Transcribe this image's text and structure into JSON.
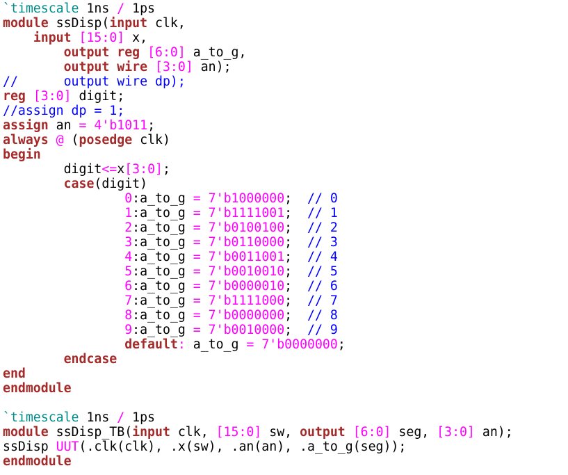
{
  "palette": {
    "background": "#ffffff",
    "keyword": "#a52a2a",
    "directive": "#008b8b",
    "number": "#ff00ff",
    "comment": "#0000ff",
    "identifier": "#000000"
  },
  "code": {
    "lines": [
      [
        {
          "t": "`timescale",
          "k": "directive"
        },
        {
          "t": " 1ns ",
          "k": "text"
        },
        {
          "t": "/",
          "k": "operator"
        },
        {
          "t": " 1ps",
          "k": "text"
        }
      ],
      [
        {
          "t": "module",
          "k": "keyword"
        },
        {
          "t": " ssDisp(",
          "k": "identifier"
        },
        {
          "t": "input",
          "k": "keyword"
        },
        {
          "t": " clk,",
          "k": "identifier"
        }
      ],
      [
        {
          "t": "    ",
          "k": "text"
        },
        {
          "t": "input",
          "k": "keyword"
        },
        {
          "t": " ",
          "k": "text"
        },
        {
          "t": "[15:0]",
          "k": "number"
        },
        {
          "t": " x,",
          "k": "identifier"
        }
      ],
      [
        {
          "t": "        ",
          "k": "text"
        },
        {
          "t": "output reg",
          "k": "keyword"
        },
        {
          "t": " ",
          "k": "text"
        },
        {
          "t": "[6:0]",
          "k": "number"
        },
        {
          "t": " a_to_g,",
          "k": "identifier"
        }
      ],
      [
        {
          "t": "        ",
          "k": "text"
        },
        {
          "t": "output wire",
          "k": "keyword"
        },
        {
          "t": " ",
          "k": "text"
        },
        {
          "t": "[3:0]",
          "k": "number"
        },
        {
          "t": " an);",
          "k": "identifier"
        }
      ],
      [
        {
          "t": "//      output wire dp);",
          "k": "comment"
        }
      ],
      [
        {
          "t": "reg",
          "k": "keyword"
        },
        {
          "t": " ",
          "k": "text"
        },
        {
          "t": "[3:0]",
          "k": "number"
        },
        {
          "t": " digit;",
          "k": "identifier"
        }
      ],
      [
        {
          "t": "//assign dp = 1;",
          "k": "comment"
        }
      ],
      [
        {
          "t": "assign",
          "k": "keyword"
        },
        {
          "t": " an ",
          "k": "identifier"
        },
        {
          "t": "=",
          "k": "operator"
        },
        {
          "t": " ",
          "k": "text"
        },
        {
          "t": "4'b1011",
          "k": "number"
        },
        {
          "t": ";",
          "k": "punct"
        }
      ],
      [
        {
          "t": "always",
          "k": "keyword"
        },
        {
          "t": " ",
          "k": "text"
        },
        {
          "t": "@",
          "k": "operator"
        },
        {
          "t": " (",
          "k": "identifier"
        },
        {
          "t": "posedge",
          "k": "keyword"
        },
        {
          "t": " clk)",
          "k": "identifier"
        }
      ],
      [
        {
          "t": "begin",
          "k": "keyword"
        }
      ],
      [
        {
          "t": "        digit",
          "k": "identifier"
        },
        {
          "t": "<=",
          "k": "operator"
        },
        {
          "t": "x",
          "k": "identifier"
        },
        {
          "t": "[3:0]",
          "k": "number"
        },
        {
          "t": ";",
          "k": "punct"
        }
      ],
      [
        {
          "t": "        ",
          "k": "text"
        },
        {
          "t": "case",
          "k": "keyword"
        },
        {
          "t": "(digit)",
          "k": "identifier"
        }
      ],
      [
        {
          "t": "                ",
          "k": "text"
        },
        {
          "t": "0",
          "k": "number"
        },
        {
          "t": ":a_to_g ",
          "k": "identifier"
        },
        {
          "t": "=",
          "k": "operator"
        },
        {
          "t": " ",
          "k": "text"
        },
        {
          "t": "7'b1000000",
          "k": "number"
        },
        {
          "t": ";  ",
          "k": "punct"
        },
        {
          "t": "// 0",
          "k": "comment"
        }
      ],
      [
        {
          "t": "                ",
          "k": "text"
        },
        {
          "t": "1",
          "k": "number"
        },
        {
          "t": ":a_to_g ",
          "k": "identifier"
        },
        {
          "t": "=",
          "k": "operator"
        },
        {
          "t": " ",
          "k": "text"
        },
        {
          "t": "7'b1111001",
          "k": "number"
        },
        {
          "t": ";  ",
          "k": "punct"
        },
        {
          "t": "// 1",
          "k": "comment"
        }
      ],
      [
        {
          "t": "                ",
          "k": "text"
        },
        {
          "t": "2",
          "k": "number"
        },
        {
          "t": ":a_to_g ",
          "k": "identifier"
        },
        {
          "t": "=",
          "k": "operator"
        },
        {
          "t": " ",
          "k": "text"
        },
        {
          "t": "7'b0100100",
          "k": "number"
        },
        {
          "t": ";  ",
          "k": "punct"
        },
        {
          "t": "// 2",
          "k": "comment"
        }
      ],
      [
        {
          "t": "                ",
          "k": "text"
        },
        {
          "t": "3",
          "k": "number"
        },
        {
          "t": ":a_to_g ",
          "k": "identifier"
        },
        {
          "t": "=",
          "k": "operator"
        },
        {
          "t": " ",
          "k": "text"
        },
        {
          "t": "7'b0110000",
          "k": "number"
        },
        {
          "t": ";  ",
          "k": "punct"
        },
        {
          "t": "// 3",
          "k": "comment"
        }
      ],
      [
        {
          "t": "                ",
          "k": "text"
        },
        {
          "t": "4",
          "k": "number"
        },
        {
          "t": ":a_to_g ",
          "k": "identifier"
        },
        {
          "t": "=",
          "k": "operator"
        },
        {
          "t": " ",
          "k": "text"
        },
        {
          "t": "7'b0011001",
          "k": "number"
        },
        {
          "t": ";  ",
          "k": "punct"
        },
        {
          "t": "// 4",
          "k": "comment"
        }
      ],
      [
        {
          "t": "                ",
          "k": "text"
        },
        {
          "t": "5",
          "k": "number"
        },
        {
          "t": ":a_to_g ",
          "k": "identifier"
        },
        {
          "t": "=",
          "k": "operator"
        },
        {
          "t": " ",
          "k": "text"
        },
        {
          "t": "7'b0010010",
          "k": "number"
        },
        {
          "t": ";  ",
          "k": "punct"
        },
        {
          "t": "// 5",
          "k": "comment"
        }
      ],
      [
        {
          "t": "                ",
          "k": "text"
        },
        {
          "t": "6",
          "k": "number"
        },
        {
          "t": ":a_to_g ",
          "k": "identifier"
        },
        {
          "t": "=",
          "k": "operator"
        },
        {
          "t": " ",
          "k": "text"
        },
        {
          "t": "7'b0000010",
          "k": "number"
        },
        {
          "t": ";  ",
          "k": "punct"
        },
        {
          "t": "// 6",
          "k": "comment"
        }
      ],
      [
        {
          "t": "                ",
          "k": "text"
        },
        {
          "t": "7",
          "k": "number"
        },
        {
          "t": ":a_to_g ",
          "k": "identifier"
        },
        {
          "t": "=",
          "k": "operator"
        },
        {
          "t": " ",
          "k": "text"
        },
        {
          "t": "7'b1111000",
          "k": "number"
        },
        {
          "t": ";  ",
          "k": "punct"
        },
        {
          "t": "// 7",
          "k": "comment"
        }
      ],
      [
        {
          "t": "                ",
          "k": "text"
        },
        {
          "t": "8",
          "k": "number"
        },
        {
          "t": ":a_to_g ",
          "k": "identifier"
        },
        {
          "t": "=",
          "k": "operator"
        },
        {
          "t": " ",
          "k": "text"
        },
        {
          "t": "7'b0000000",
          "k": "number"
        },
        {
          "t": ";  ",
          "k": "punct"
        },
        {
          "t": "// 8",
          "k": "comment"
        }
      ],
      [
        {
          "t": "                ",
          "k": "text"
        },
        {
          "t": "9",
          "k": "number"
        },
        {
          "t": ":a_to_g ",
          "k": "identifier"
        },
        {
          "t": "=",
          "k": "operator"
        },
        {
          "t": " ",
          "k": "text"
        },
        {
          "t": "7'b0010000",
          "k": "number"
        },
        {
          "t": ";  ",
          "k": "punct"
        },
        {
          "t": "// 9",
          "k": "comment"
        }
      ],
      [
        {
          "t": "                ",
          "k": "text"
        },
        {
          "t": "default",
          "k": "keyword"
        },
        {
          "t": ":",
          "k": "operator"
        },
        {
          "t": " a_to_g ",
          "k": "identifier"
        },
        {
          "t": "=",
          "k": "operator"
        },
        {
          "t": " ",
          "k": "text"
        },
        {
          "t": "7'b0000000",
          "k": "number"
        },
        {
          "t": ";",
          "k": "punct"
        }
      ],
      [
        {
          "t": "        ",
          "k": "text"
        },
        {
          "t": "endcase",
          "k": "keyword"
        }
      ],
      [
        {
          "t": "end",
          "k": "keyword"
        }
      ],
      [
        {
          "t": "endmodule",
          "k": "keyword"
        }
      ],
      [
        {
          "t": "",
          "k": "text"
        }
      ],
      [
        {
          "t": "`timescale",
          "k": "directive"
        },
        {
          "t": " 1ns ",
          "k": "text"
        },
        {
          "t": "/",
          "k": "operator"
        },
        {
          "t": " 1ps",
          "k": "text"
        }
      ],
      [
        {
          "t": "module",
          "k": "keyword"
        },
        {
          "t": " ssDisp_TB(",
          "k": "identifier"
        },
        {
          "t": "input",
          "k": "keyword"
        },
        {
          "t": " clk, ",
          "k": "identifier"
        },
        {
          "t": "[15:0]",
          "k": "number"
        },
        {
          "t": " sw, ",
          "k": "identifier"
        },
        {
          "t": "output",
          "k": "keyword"
        },
        {
          "t": " ",
          "k": "text"
        },
        {
          "t": "[6:0]",
          "k": "number"
        },
        {
          "t": " seg, ",
          "k": "identifier"
        },
        {
          "t": "[3:0]",
          "k": "number"
        },
        {
          "t": " an);",
          "k": "identifier"
        }
      ],
      [
        {
          "t": "ssDisp ",
          "k": "identifier"
        },
        {
          "t": "UUT",
          "k": "number"
        },
        {
          "t": "(.clk(clk), .x(sw), .an(an), .a_to_g(seg));",
          "k": "identifier"
        }
      ],
      [
        {
          "t": "endmodule",
          "k": "keyword"
        }
      ]
    ]
  }
}
